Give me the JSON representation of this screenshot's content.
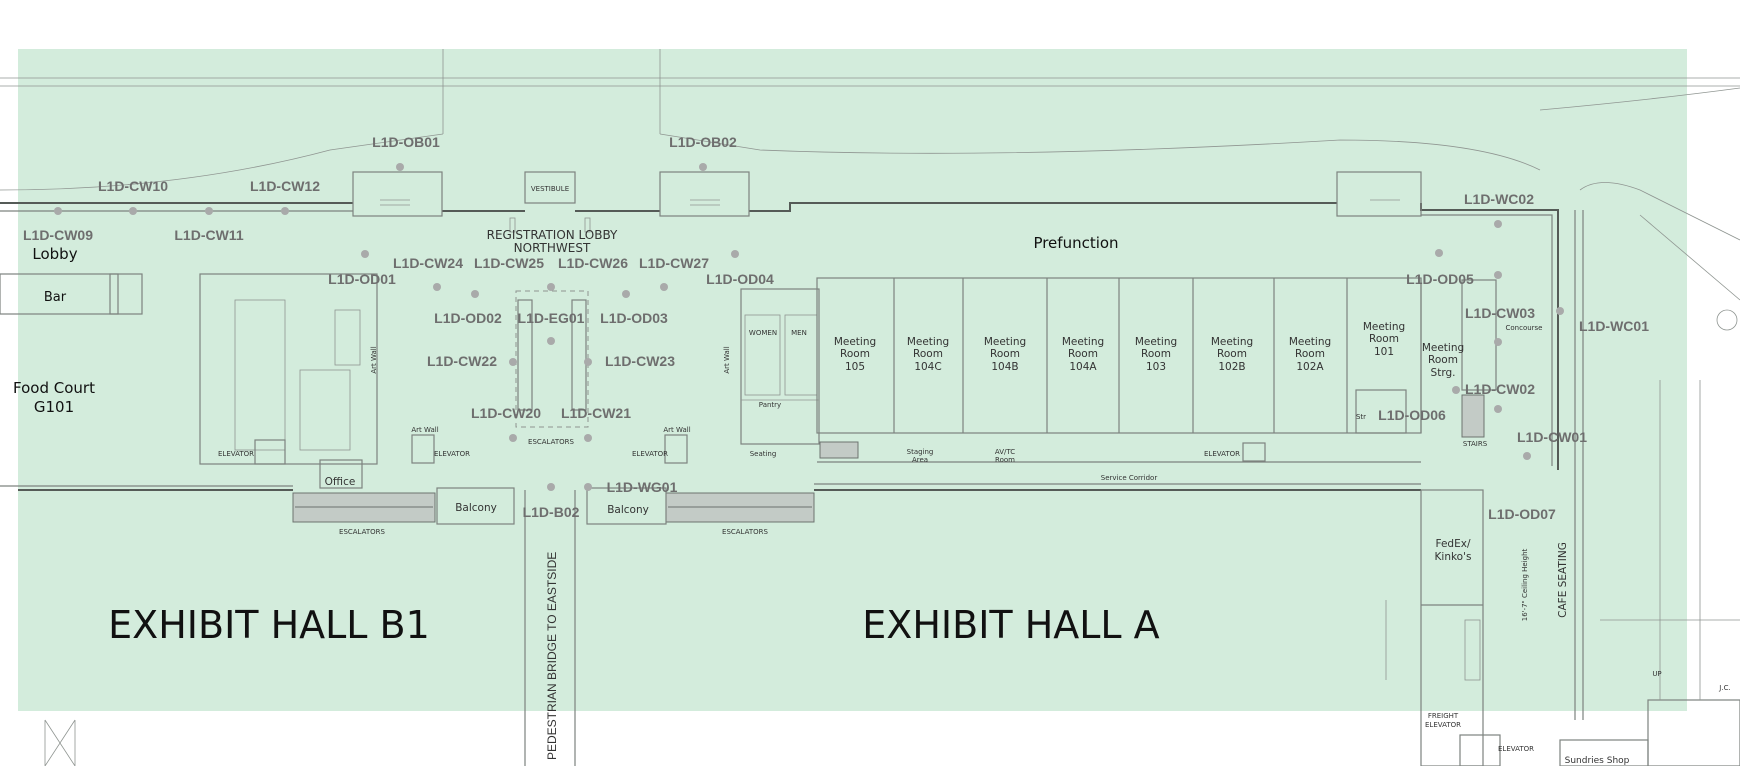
{
  "map": {
    "overlay_color": "#d3ecdc",
    "label_color": "#6e6e6e",
    "halls": {
      "b1": "EXHIBIT HALL B1",
      "a": "EXHIBIT HALL A"
    },
    "codes": {
      "ob01": "L1D-OB01",
      "ob02": "L1D-OB02",
      "cw09": "L1D-CW09",
      "cw10": "L1D-CW10",
      "cw11": "L1D-CW11",
      "cw12": "L1D-CW12",
      "od01": "L1D-OD01",
      "cw24": "L1D-CW24",
      "cw25": "L1D-CW25",
      "cw26": "L1D-CW26",
      "cw27": "L1D-CW27",
      "od04": "L1D-OD04",
      "od02": "L1D-OD02",
      "eg01": "L1D-EG01",
      "od03": "L1D-OD03",
      "cw22": "L1D-CW22",
      "cw23": "L1D-CW23",
      "cw20": "L1D-CW20",
      "cw21": "L1D-CW21",
      "wg01": "L1D-WG01",
      "b02": "L1D-B02",
      "wc02": "L1D-WC02",
      "od05": "L1D-OD05",
      "cw03": "L1D-CW03",
      "wc01": "L1D-WC01",
      "cw02": "L1D-CW02",
      "od06": "L1D-OD06",
      "cw01": "L1D-CW01",
      "od07": "L1D-OD07"
    },
    "areas": {
      "lobby": "Lobby",
      "bar": "Bar",
      "food_court": "Food Court",
      "food_court_id": "G101",
      "prefunction": "Prefunction",
      "registration_1": "REGISTRATION LOBBY",
      "registration_2": "NORTHWEST",
      "vestibule": "VESTIBULE",
      "office": "Office",
      "balcony": "Balcony",
      "escalators": "ESCALATORS",
      "elevator": "ELEVATOR",
      "art_wall": "Art Wall",
      "women": "WOMEN",
      "men": "MEN",
      "pantry": "Pantry",
      "seating": "Seating",
      "staging_1": "Staging",
      "staging_2": "Area",
      "avtc_1": "AV/TC",
      "avtc_2": "Room",
      "service_corridor": "Service Corridor",
      "concourse": "Concourse",
      "stairs": "STAIRS",
      "str": "Str",
      "fedex_1": "FedEx/",
      "fedex_2": "Kinko's",
      "ceiling": "16'-7\" Ceiling Height",
      "cafe": "CAFE SEATING",
      "freight_1": "FREIGHT",
      "freight_2": "ELEVATOR",
      "sundries": "Sundries Shop",
      "bridge": "PEDESTRIAN BRIDGE TO EASTSIDE",
      "up": "UP",
      "jc": "J.C."
    },
    "meeting_word_1": "Meeting",
    "meeting_word_2": "Room",
    "meeting_rooms": [
      "105",
      "104C",
      "104B",
      "104A",
      "103",
      "102B",
      "102A",
      "101",
      "Strg."
    ]
  }
}
